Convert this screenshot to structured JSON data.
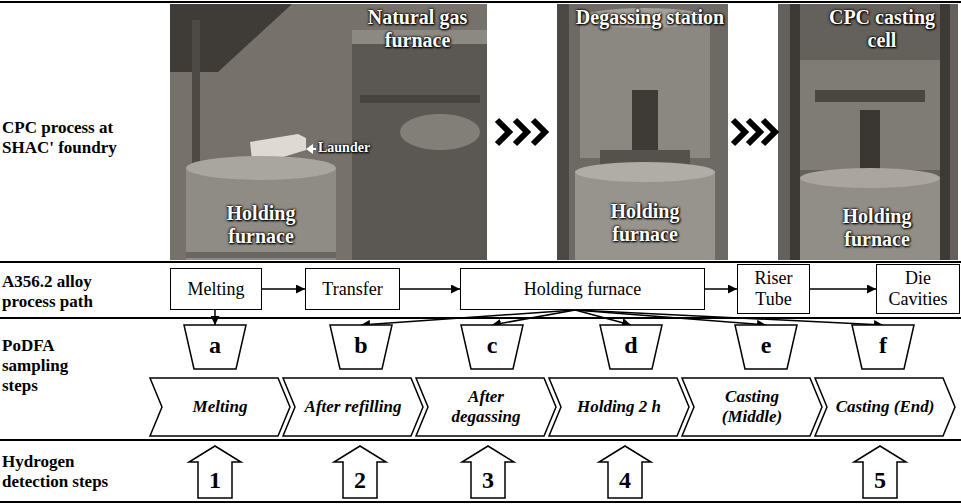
{
  "diagram": {
    "nodes": [
      {
        "text": [
          "Melting"
        ]
      },
      {
        "text": [
          "Transfer"
        ]
      },
      {
        "text": [
          "Holding furnace"
        ]
      },
      {
        "text": [
          "Riser Tube"
        ]
      },
      {
        "text": [
          "Die Cavities"
        ]
      },
      {
        "text": [
          "a"
        ]
      },
      {
        "text": [
          "b"
        ]
      },
      {
        "text": [
          "c"
        ]
      },
      {
        "text": [
          "d"
        ]
      },
      {
        "text": [
          "e"
        ]
      },
      {
        "text": [
          "f"
        ]
      },
      {
        "text": [
          "Melting"
        ]
      },
      {
        "text": [
          "After refilling"
        ]
      },
      {
        "text": [
          "After degassing"
        ]
      },
      {
        "text": [
          "Holding 2 h"
        ]
      },
      {
        "text": [
          "Casting (Middle)"
        ]
      },
      {
        "text": [
          "Casting (End)"
        ]
      },
      {
        "text": [
          "1"
        ]
      },
      {
        "text": [
          "2"
        ]
      },
      {
        "text": [
          "3"
        ]
      },
      {
        "text": [
          "4"
        ]
      },
      {
        "text": [
          "5"
        ]
      }
    ],
    "edges": [
      {
        "from": 0,
        "to": 1,
        "arrow": "to"
      },
      {
        "from": 1,
        "to": 2,
        "arrow": "to"
      },
      {
        "from": 2,
        "to": 3,
        "arrow": "to"
      },
      {
        "from": 3,
        "to": 4,
        "arrow": "to"
      },
      {
        "from": 0,
        "to": 5,
        "arrow": "to"
      },
      {
        "from": 2,
        "to": 6,
        "arrow": "to"
      },
      {
        "from": 2,
        "to": 7,
        "arrow": "to"
      },
      {
        "from": 2,
        "to": 8,
        "arrow": "to"
      },
      {
        "from": 2,
        "to": 9,
        "arrow": "to"
      },
      {
        "from": 2,
        "to": 10,
        "arrow": "to"
      }
    ],
    "labels": [
      "CPC process at SHAC' foundry",
      "Natural gas furnace",
      "Launder",
      "Holding furnace",
      "Degassing station",
      "Holding furnace",
      "CPC casting cell",
      "Holding furnace",
      "A356.2 alloy process path",
      "PoDFA sampling steps",
      "Hydrogen detection steps"
    ]
  }
}
